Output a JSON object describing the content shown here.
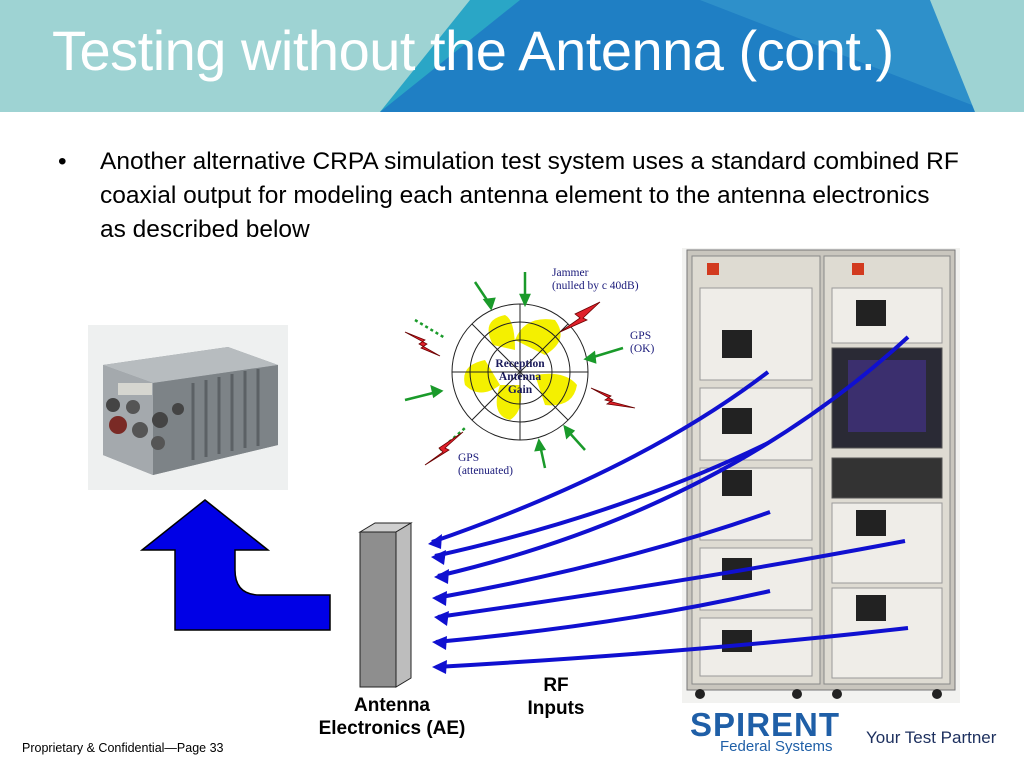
{
  "slide": {
    "title": "Testing without the Antenna (cont.)",
    "bullet_symbol": "•",
    "bullet_text": "Another alternative CRPA simulation test system uses a standard combined RF coaxial output for modeling each antenna element to the antenna electronics as described below"
  },
  "diagram": {
    "center_label": [
      "Reception",
      "Antenna",
      "Gain"
    ],
    "jammer_label": [
      "Jammer",
      "(nulled by c 40dB)"
    ],
    "gps_ok_label": [
      "GPS",
      "(OK)"
    ],
    "gps_att_label": [
      "GPS",
      "(attenuated)"
    ]
  },
  "labels": {
    "ae_label": [
      "Antenna",
      "Electronics (AE)"
    ],
    "rf_label": [
      "RF",
      "Inputs"
    ]
  },
  "footer": {
    "left_text": "Proprietary & Confidential—Page 33",
    "brand": "SPIRENT",
    "brand_sub": "Federal Systems",
    "tagline": "Your Test Partner"
  },
  "colors": {
    "header_light": "#9ed3d3",
    "header_dark": "#1f7fc4",
    "header_mid": "#2da7c7",
    "arrow_blue": "#0000e6",
    "cable_blue": "#1010d0",
    "gain_yellow": "#f4f000",
    "jammer_red": "#e0202a",
    "gps_green": "#1a9a2a",
    "brand_blue": "#1f5fa7"
  }
}
